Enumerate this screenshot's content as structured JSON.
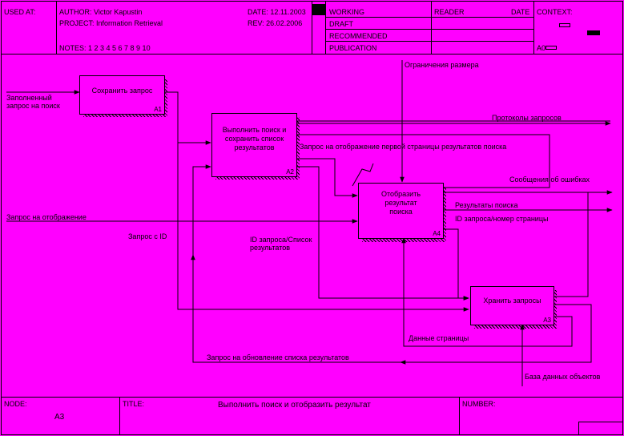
{
  "header": {
    "used_at": "USED AT:",
    "author": "AUTHOR:  Victor Kapustin",
    "project": "PROJECT:  Information Retrieval",
    "notes": "NOTES:  1  2  3  4  5  6  7  8  9  10",
    "date": "DATE:  12.11.2003",
    "rev": "REV:     26.02.2006",
    "status_working": "WORKING",
    "status_draft": "DRAFT",
    "status_recommended": "RECOMMENDED",
    "status_publication": "PUBLICATION",
    "reader": "READER",
    "reader_date": "DATE",
    "context": "CONTEXT:",
    "context_node": "A0"
  },
  "boxes": {
    "a1": {
      "label": "Сохранить запрос",
      "num": "A1"
    },
    "a2": {
      "label": "Выполнить поиск и\nсохранить список\nрезультатов",
      "num": "A2"
    },
    "a4": {
      "label": "Отобразить\nрезультат\nпоиска",
      "num": "A4"
    },
    "a3": {
      "label": "Хранить запросы",
      "num": "A3"
    }
  },
  "arrows": {
    "size_limit": "Ограничения размера",
    "filled_query": "Заполненный\nзапрос на поиск",
    "query_protocols": "Протоколы запросов",
    "first_page_request": "Запрос на отображение первой страницы результатов поиска",
    "error_messages": "Сообщения об ошибках",
    "search_results": "Результаты поиска",
    "query_id_page": "ID запроса/номер страницы",
    "display_request": "Запрос на отображение",
    "query_with_id": "Запрос с ID",
    "id_result_list": "ID запроса/Список\nрезультатов",
    "page_data": "Данные страницы",
    "update_request": "Запрос на обновление списка результатов",
    "object_db": "База данных объектов"
  },
  "footer": {
    "node_label": "NODE:",
    "node_value": "A3",
    "title_label": "TITLE:",
    "title_value": "Выполнить поиск и отобразить результат",
    "number_label": "NUMBER:"
  }
}
